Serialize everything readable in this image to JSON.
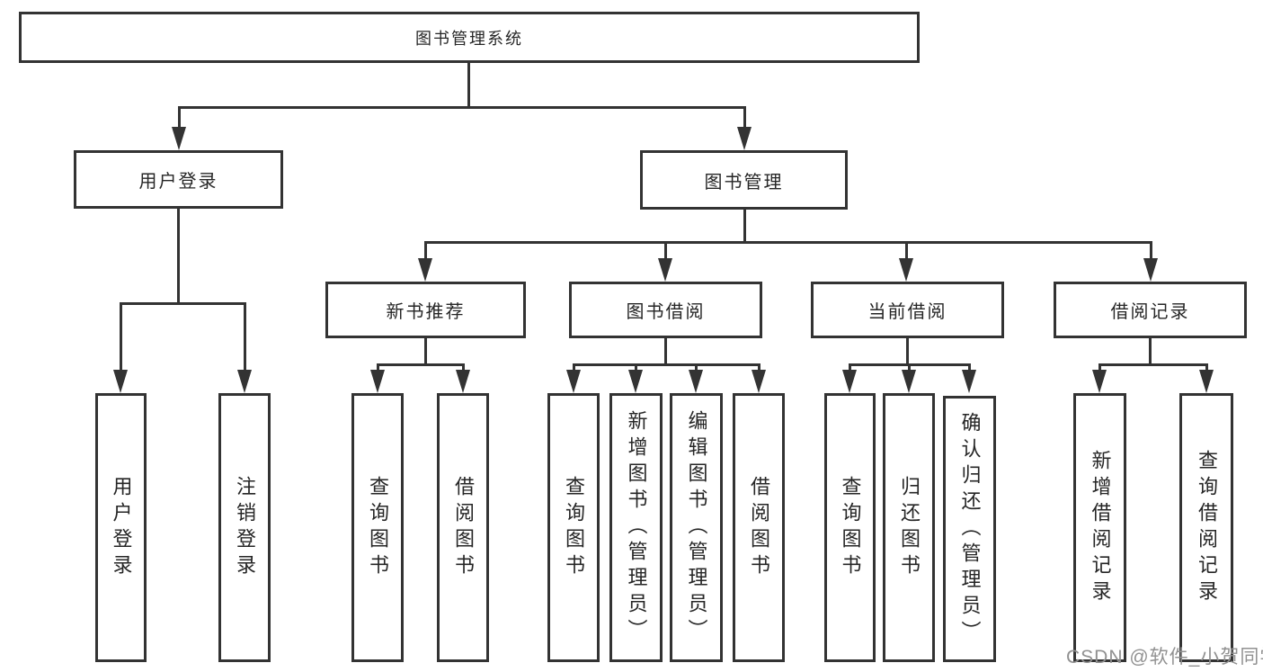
{
  "diagram": {
    "type": "tree",
    "root": {
      "label": "图书管理系统",
      "children": [
        {
          "label": "用户登录",
          "children": [
            {
              "label": "用户登录"
            },
            {
              "label": "注销登录"
            }
          ]
        },
        {
          "label": "图书管理",
          "children": [
            {
              "label": "新书推荐",
              "children": [
                {
                  "label": "查询图书"
                },
                {
                  "label": "借阅图书"
                }
              ]
            },
            {
              "label": "图书借阅",
              "children": [
                {
                  "label": "查询图书"
                },
                {
                  "label": "新增图书（管理员）"
                },
                {
                  "label": "编辑图书（管理员）"
                },
                {
                  "label": "借阅图书"
                }
              ]
            },
            {
              "label": "当前借阅",
              "children": [
                {
                  "label": "查询图书"
                },
                {
                  "label": "归还图书"
                },
                {
                  "label": "确认归还（管理员）"
                }
              ]
            },
            {
              "label": "借阅记录",
              "children": [
                {
                  "label": "新增借阅记录"
                },
                {
                  "label": "查询借阅记录"
                }
              ]
            }
          ]
        }
      ]
    }
  },
  "watermark": {
    "text": "CSDN @软件_小贺同学"
  },
  "colors": {
    "line": "#333333",
    "border": "#333333",
    "text": "#262626",
    "background": "#ffffff",
    "watermark": "#919191"
  }
}
